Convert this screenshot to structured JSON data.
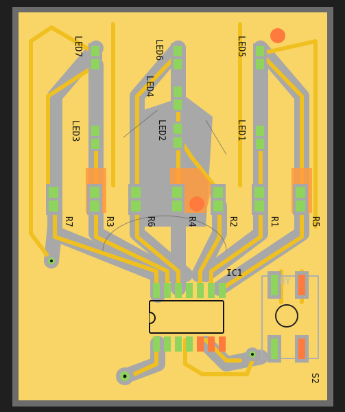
{
  "labels": {
    "led7": "LED7",
    "led6": "LED6",
    "led5": "LED5",
    "led4": "LED4",
    "led3": "LED3",
    "led2": "LED2",
    "led1": "LED1",
    "r7": "R7",
    "r3": "R3",
    "r6": "R6",
    "r4": "R4",
    "r2": "R2",
    "r1": "R1",
    "r5": "R5",
    "ic1": "IC1",
    "s2": "S2",
    "by": "BY"
  },
  "colors": {
    "background": "#1f1f1f",
    "board_frame": "#6b6b6b",
    "board": "#f8d566",
    "trace": "#f0c020",
    "clearance": "#a8a8a8",
    "pad": "#8fd45c",
    "pad_red": "#ff7a3d",
    "silkscreen": "#111111"
  }
}
